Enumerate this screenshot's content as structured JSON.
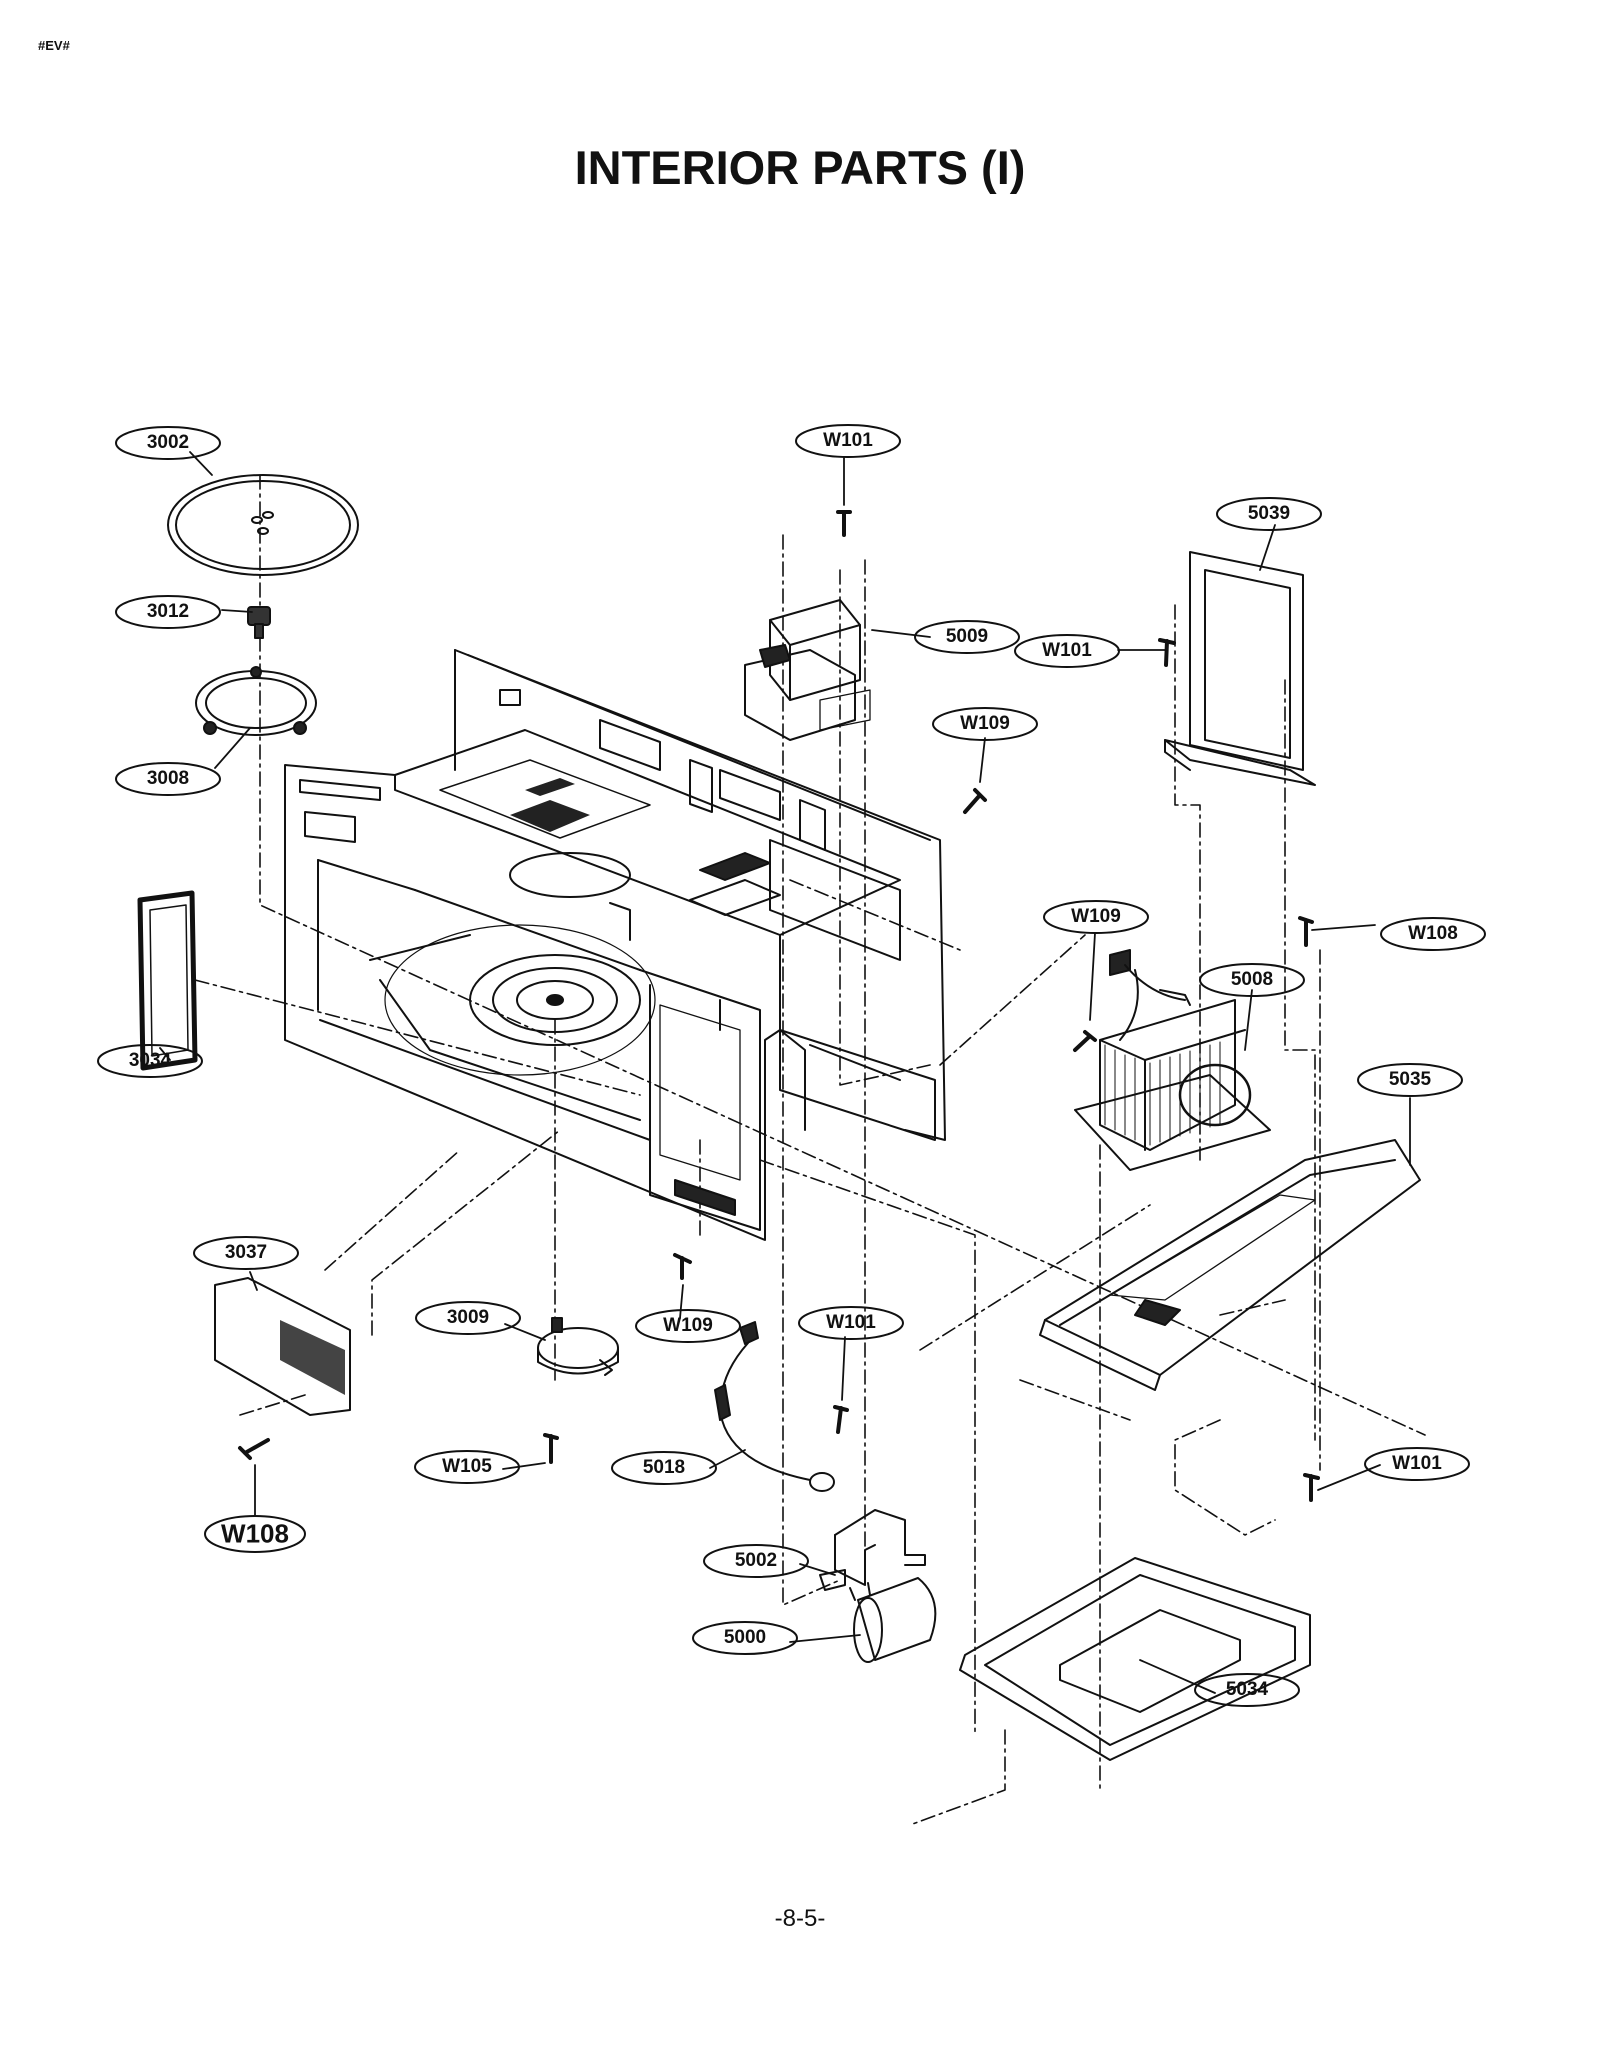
{
  "header": {
    "corner_mark": "#EV#",
    "title": "INTERIOR PARTS (I)"
  },
  "footer": {
    "page_number": "-8-5-"
  },
  "callouts": {
    "c3002": "3002",
    "c3012": "3012",
    "c3008": "3008",
    "c3034": "3034",
    "c3037": "3037",
    "c3009": "3009",
    "cW101_top": "W101",
    "c5009": "5009",
    "cW101_mid": "W101",
    "c5039": "5039",
    "cW109_a": "W109",
    "cW109_b": "W109",
    "cW108_r": "W108",
    "c5008": "5008",
    "c5035": "5035",
    "cW109_c": "W109",
    "cW101_low": "W101",
    "cW105": "W105",
    "c5018": "5018",
    "cW108_l": "W108",
    "c5002": "5002",
    "c5000": "5000",
    "cW101_r": "W101",
    "c5034": "5034"
  }
}
